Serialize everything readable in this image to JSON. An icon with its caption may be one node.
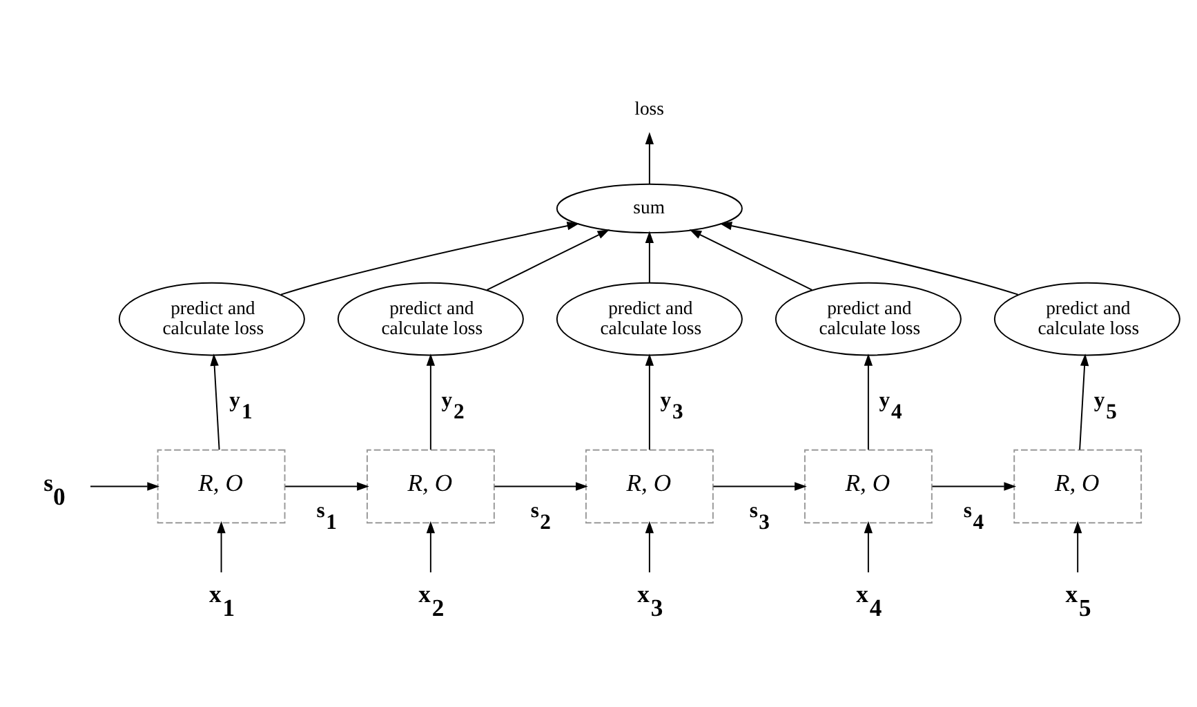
{
  "diagram": {
    "nodes": [
      {
        "text": [
          "loss"
        ]
      },
      {
        "text": [
          "sum"
        ]
      },
      {
        "text": [
          "predict and calculate loss"
        ]
      },
      {
        "text": [
          "predict and calculate loss"
        ]
      },
      {
        "text": [
          "predict and calculate loss"
        ]
      },
      {
        "text": [
          "predict and calculate loss"
        ]
      },
      {
        "text": [
          "predict and calculate loss"
        ]
      },
      {
        "text": [
          "s$_{0}$"
        ]
      },
      {
        "text": [
          "R, O"
        ]
      },
      {
        "text": [
          "R, O"
        ]
      },
      {
        "text": [
          "R, O"
        ]
      },
      {
        "text": [
          "R, O"
        ]
      },
      {
        "text": [
          "R, O"
        ]
      },
      {
        "text": [
          "x$_{1}$"
        ]
      },
      {
        "text": [
          "x$_{2}$"
        ]
      },
      {
        "text": [
          "x$_{3}$"
        ]
      },
      {
        "text": [
          "x$_{4}$"
        ]
      },
      {
        "text": [
          "x$_{5}$"
        ]
      }
    ],
    "edges": [
      {
        "from": 1,
        "to": 0,
        "arrow": "to"
      },
      {
        "from": 2,
        "to": 1,
        "arrow": "to"
      },
      {
        "from": 3,
        "to": 1,
        "arrow": "to"
      },
      {
        "from": 4,
        "to": 1,
        "arrow": "to"
      },
      {
        "from": 5,
        "to": 1,
        "arrow": "to"
      },
      {
        "from": 6,
        "to": 1,
        "arrow": "to"
      },
      {
        "from": 7,
        "to": 8,
        "arrow": "to"
      },
      {
        "from": 8,
        "to": 9,
        "arrow": "to",
        "label": "s$_{1}$"
      },
      {
        "from": 9,
        "to": 10,
        "arrow": "to",
        "label": "s$_{2}$"
      },
      {
        "from": 10,
        "to": 11,
        "arrow": "to",
        "label": "s$_{3}$"
      },
      {
        "from": 11,
        "to": 12,
        "arrow": "to",
        "label": "s$_{4}$"
      },
      {
        "from": 8,
        "to": 2,
        "arrow": "to",
        "label": "y$_{1}$"
      },
      {
        "from": 9,
        "to": 3,
        "arrow": "to",
        "label": "y$_{2}$"
      },
      {
        "from": 10,
        "to": 4,
        "arrow": "to",
        "label": "y$_{3}$"
      },
      {
        "from": 11,
        "to": 5,
        "arrow": "to",
        "label": "y$_{4}$"
      },
      {
        "from": 12,
        "to": 6,
        "arrow": "to",
        "label": "y$_{5}$"
      },
      {
        "from": 13,
        "to": 8,
        "arrow": "to"
      },
      {
        "from": 14,
        "to": 9,
        "arrow": "to"
      },
      {
        "from": 15,
        "to": 10,
        "arrow": "to"
      },
      {
        "from": 16,
        "to": 11,
        "arrow": "to"
      },
      {
        "from": 17,
        "to": 12,
        "arrow": "to"
      }
    ]
  }
}
